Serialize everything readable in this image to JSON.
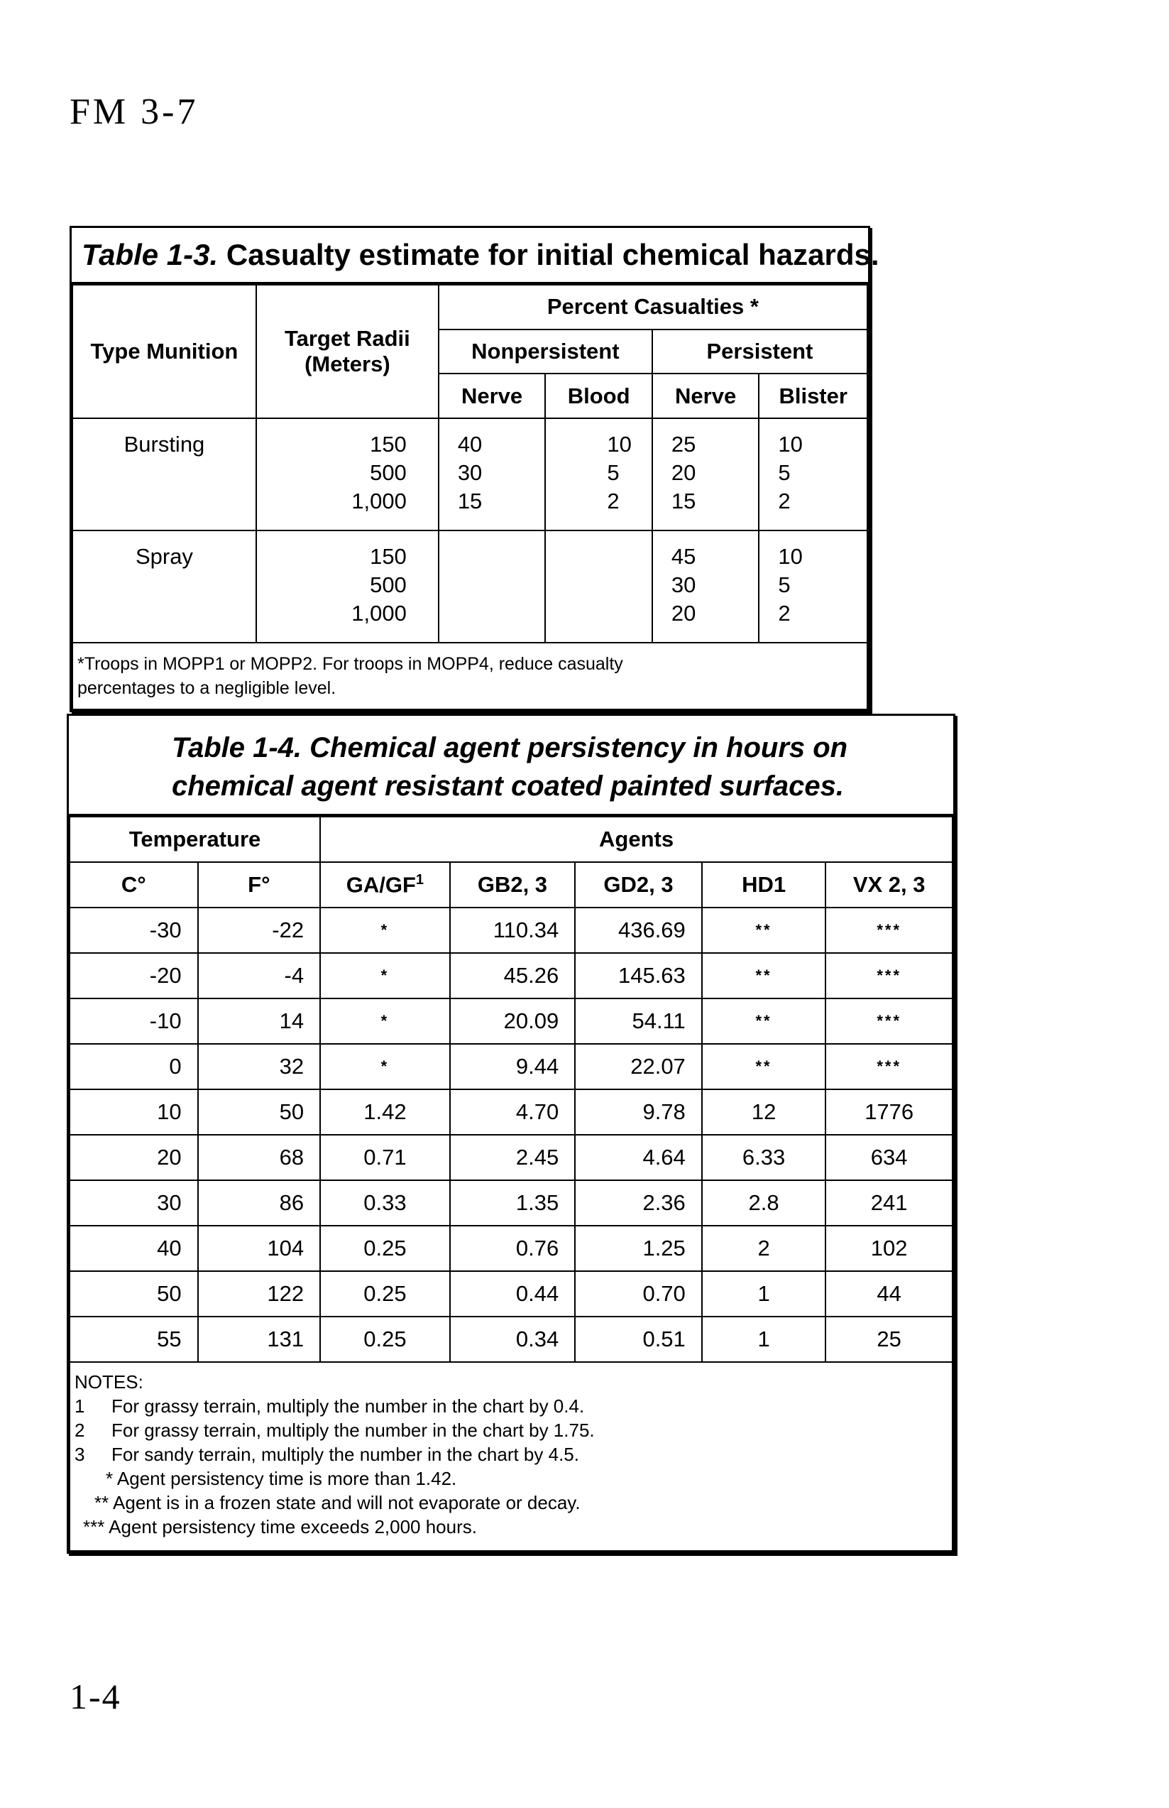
{
  "header": {
    "text": "FM 3-7"
  },
  "footer": {
    "page_number": "1-4"
  },
  "table_1_3": {
    "title_label": "Table 1-3.",
    "title_text": " Casualty estimate for initial chemical hazards.",
    "headers": {
      "type_munition": "Type Munition",
      "target_radii_line1": "Target Radii",
      "target_radii_line2": "(Meters)",
      "percent_casualties": "Percent Casualties  *",
      "nonpersistent": "Nonpersistent",
      "persistent": "Persistent",
      "nerve": "Nerve",
      "blood": "Blood",
      "nerve2": "Nerve",
      "blister": "Blister"
    },
    "rows": [
      {
        "type": "Bursting",
        "radii": [
          "150",
          "500",
          "1,000"
        ],
        "non_nerve": [
          "40",
          "30",
          "15"
        ],
        "non_blood": [
          "10",
          "5",
          "2"
        ],
        "per_nerve": [
          "25",
          "20",
          "15"
        ],
        "per_blister": [
          "10",
          "5",
          "2"
        ]
      },
      {
        "type": "Spray",
        "radii": [
          "150",
          "500",
          "1,000"
        ],
        "non_nerve": [
          "",
          "",
          ""
        ],
        "non_blood": [
          "",
          "",
          ""
        ],
        "per_nerve": [
          "45",
          "30",
          "20"
        ],
        "per_blister": [
          "10",
          "5",
          "2"
        ]
      }
    ],
    "footnote_line1": "*Troops in MOPP1 or MOPP2. For troops in MOPP4, reduce casualty",
    "footnote_line2": "percentages to a negligible level."
  },
  "table_1_4": {
    "title_line1": "Table 1-4. Chemical agent persistency in hours on",
    "title_line2": "chemical agent resistant coated painted surfaces.",
    "headers": {
      "temperature": "Temperature",
      "agents": "Agents",
      "c": "C°",
      "f": "F°",
      "ga_gf": "GA/GF",
      "ga_gf_sup": "1",
      "gb": "GB2, 3",
      "gd": "GD2, 3",
      "hd": "HD1",
      "vx": "VX 2, 3"
    },
    "rows": [
      [
        "-30",
        "-22",
        "*",
        "110.34",
        "436.69",
        "**",
        "***"
      ],
      [
        "-20",
        "-4",
        "*",
        "45.26",
        "145.63",
        "**",
        "***"
      ],
      [
        "-10",
        "14",
        "*",
        "20.09",
        "54.11",
        "**",
        "***"
      ],
      [
        "0",
        "32",
        "*",
        "9.44",
        "22.07",
        "**",
        "***"
      ],
      [
        "10",
        "50",
        "1.42",
        "4.70",
        "9.78",
        "12",
        "1776"
      ],
      [
        "20",
        "68",
        "0.71",
        "2.45",
        "4.64",
        "6.33",
        "634"
      ],
      [
        "30",
        "86",
        "0.33",
        "1.35",
        "2.36",
        "2.8",
        "241"
      ],
      [
        "40",
        "104",
        "0.25",
        "0.76",
        "1.25",
        "2",
        "102"
      ],
      [
        "50",
        "122",
        "0.25",
        "0.44",
        "0.70",
        "1",
        "44"
      ],
      [
        "55",
        "131",
        "0.25",
        "0.34",
        "0.51",
        "1",
        "25"
      ]
    ],
    "notes": {
      "heading": "NOTES:",
      "n1_key": "1",
      "n1_text": "For grassy terrain, multiply the number in the chart by 0.4.",
      "n2_key": "2",
      "n2_text": "For grassy terrain, multiply the number in the chart by 1.75.",
      "n3_key": "3",
      "n3_text": "For sandy terrain, multiply the number in the chart by 4.5.",
      "s1": "* Agent persistency time is more than 1.42.",
      "s2": "** Agent is in a frozen state and will not evaporate or decay.",
      "s3": "*** Agent persistency time exceeds 2,000 hours."
    }
  }
}
